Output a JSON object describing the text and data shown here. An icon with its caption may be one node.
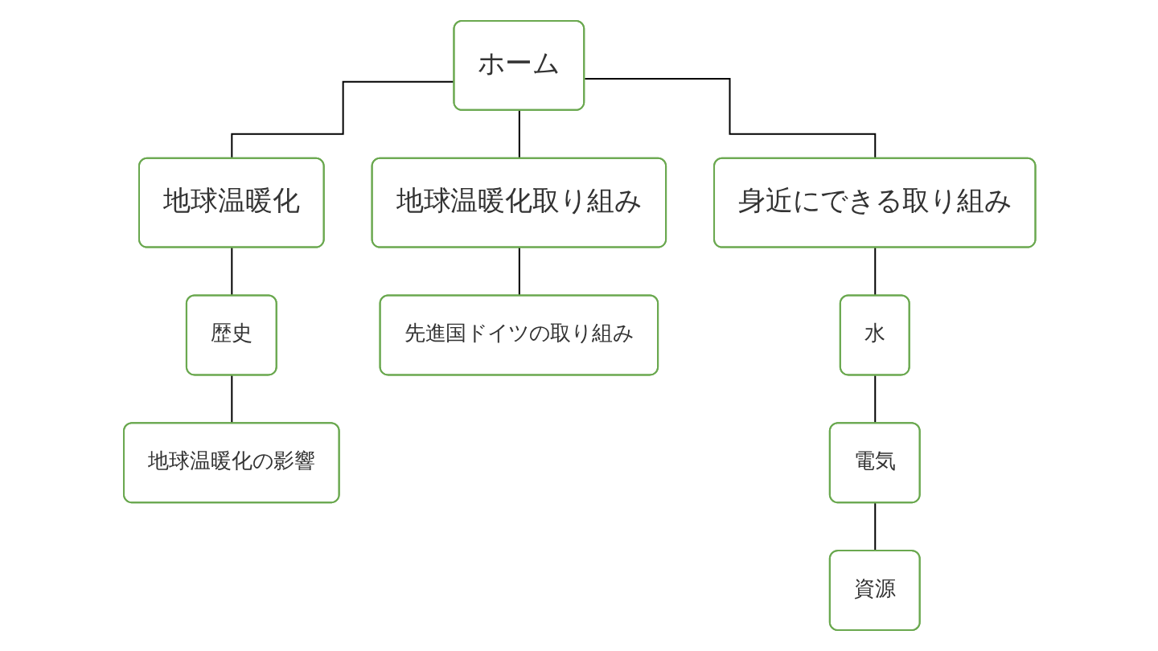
{
  "diagram": {
    "nodes": [
      {
        "text": [
          "ホーム"
        ]
      },
      {
        "text": [
          "地球温暖化"
        ]
      },
      {
        "text": [
          "地球温暖化取り組み"
        ]
      },
      {
        "text": [
          "身近にできる取り組み"
        ]
      },
      {
        "text": [
          "歴史"
        ]
      },
      {
        "text": [
          "地球温暖化の影響"
        ]
      },
      {
        "text": [
          "先進国ドイツの取り組み"
        ]
      },
      {
        "text": [
          "水"
        ]
      },
      {
        "text": [
          "電気"
        ]
      },
      {
        "text": [
          "資源"
        ]
      }
    ],
    "edges": [
      {
        "from": 0,
        "to": 1,
        "arrow": "none"
      },
      {
        "from": 0,
        "to": 2,
        "arrow": "none"
      },
      {
        "from": 0,
        "to": 3,
        "arrow": "none"
      },
      {
        "from": 1,
        "to": 4,
        "arrow": "none"
      },
      {
        "from": 4,
        "to": 5,
        "arrow": "none"
      },
      {
        "from": 2,
        "to": 6,
        "arrow": "none"
      },
      {
        "from": 3,
        "to": 7,
        "arrow": "none"
      },
      {
        "from": 7,
        "to": 8,
        "arrow": "none"
      },
      {
        "from": 8,
        "to": 9,
        "arrow": "none"
      }
    ]
  }
}
